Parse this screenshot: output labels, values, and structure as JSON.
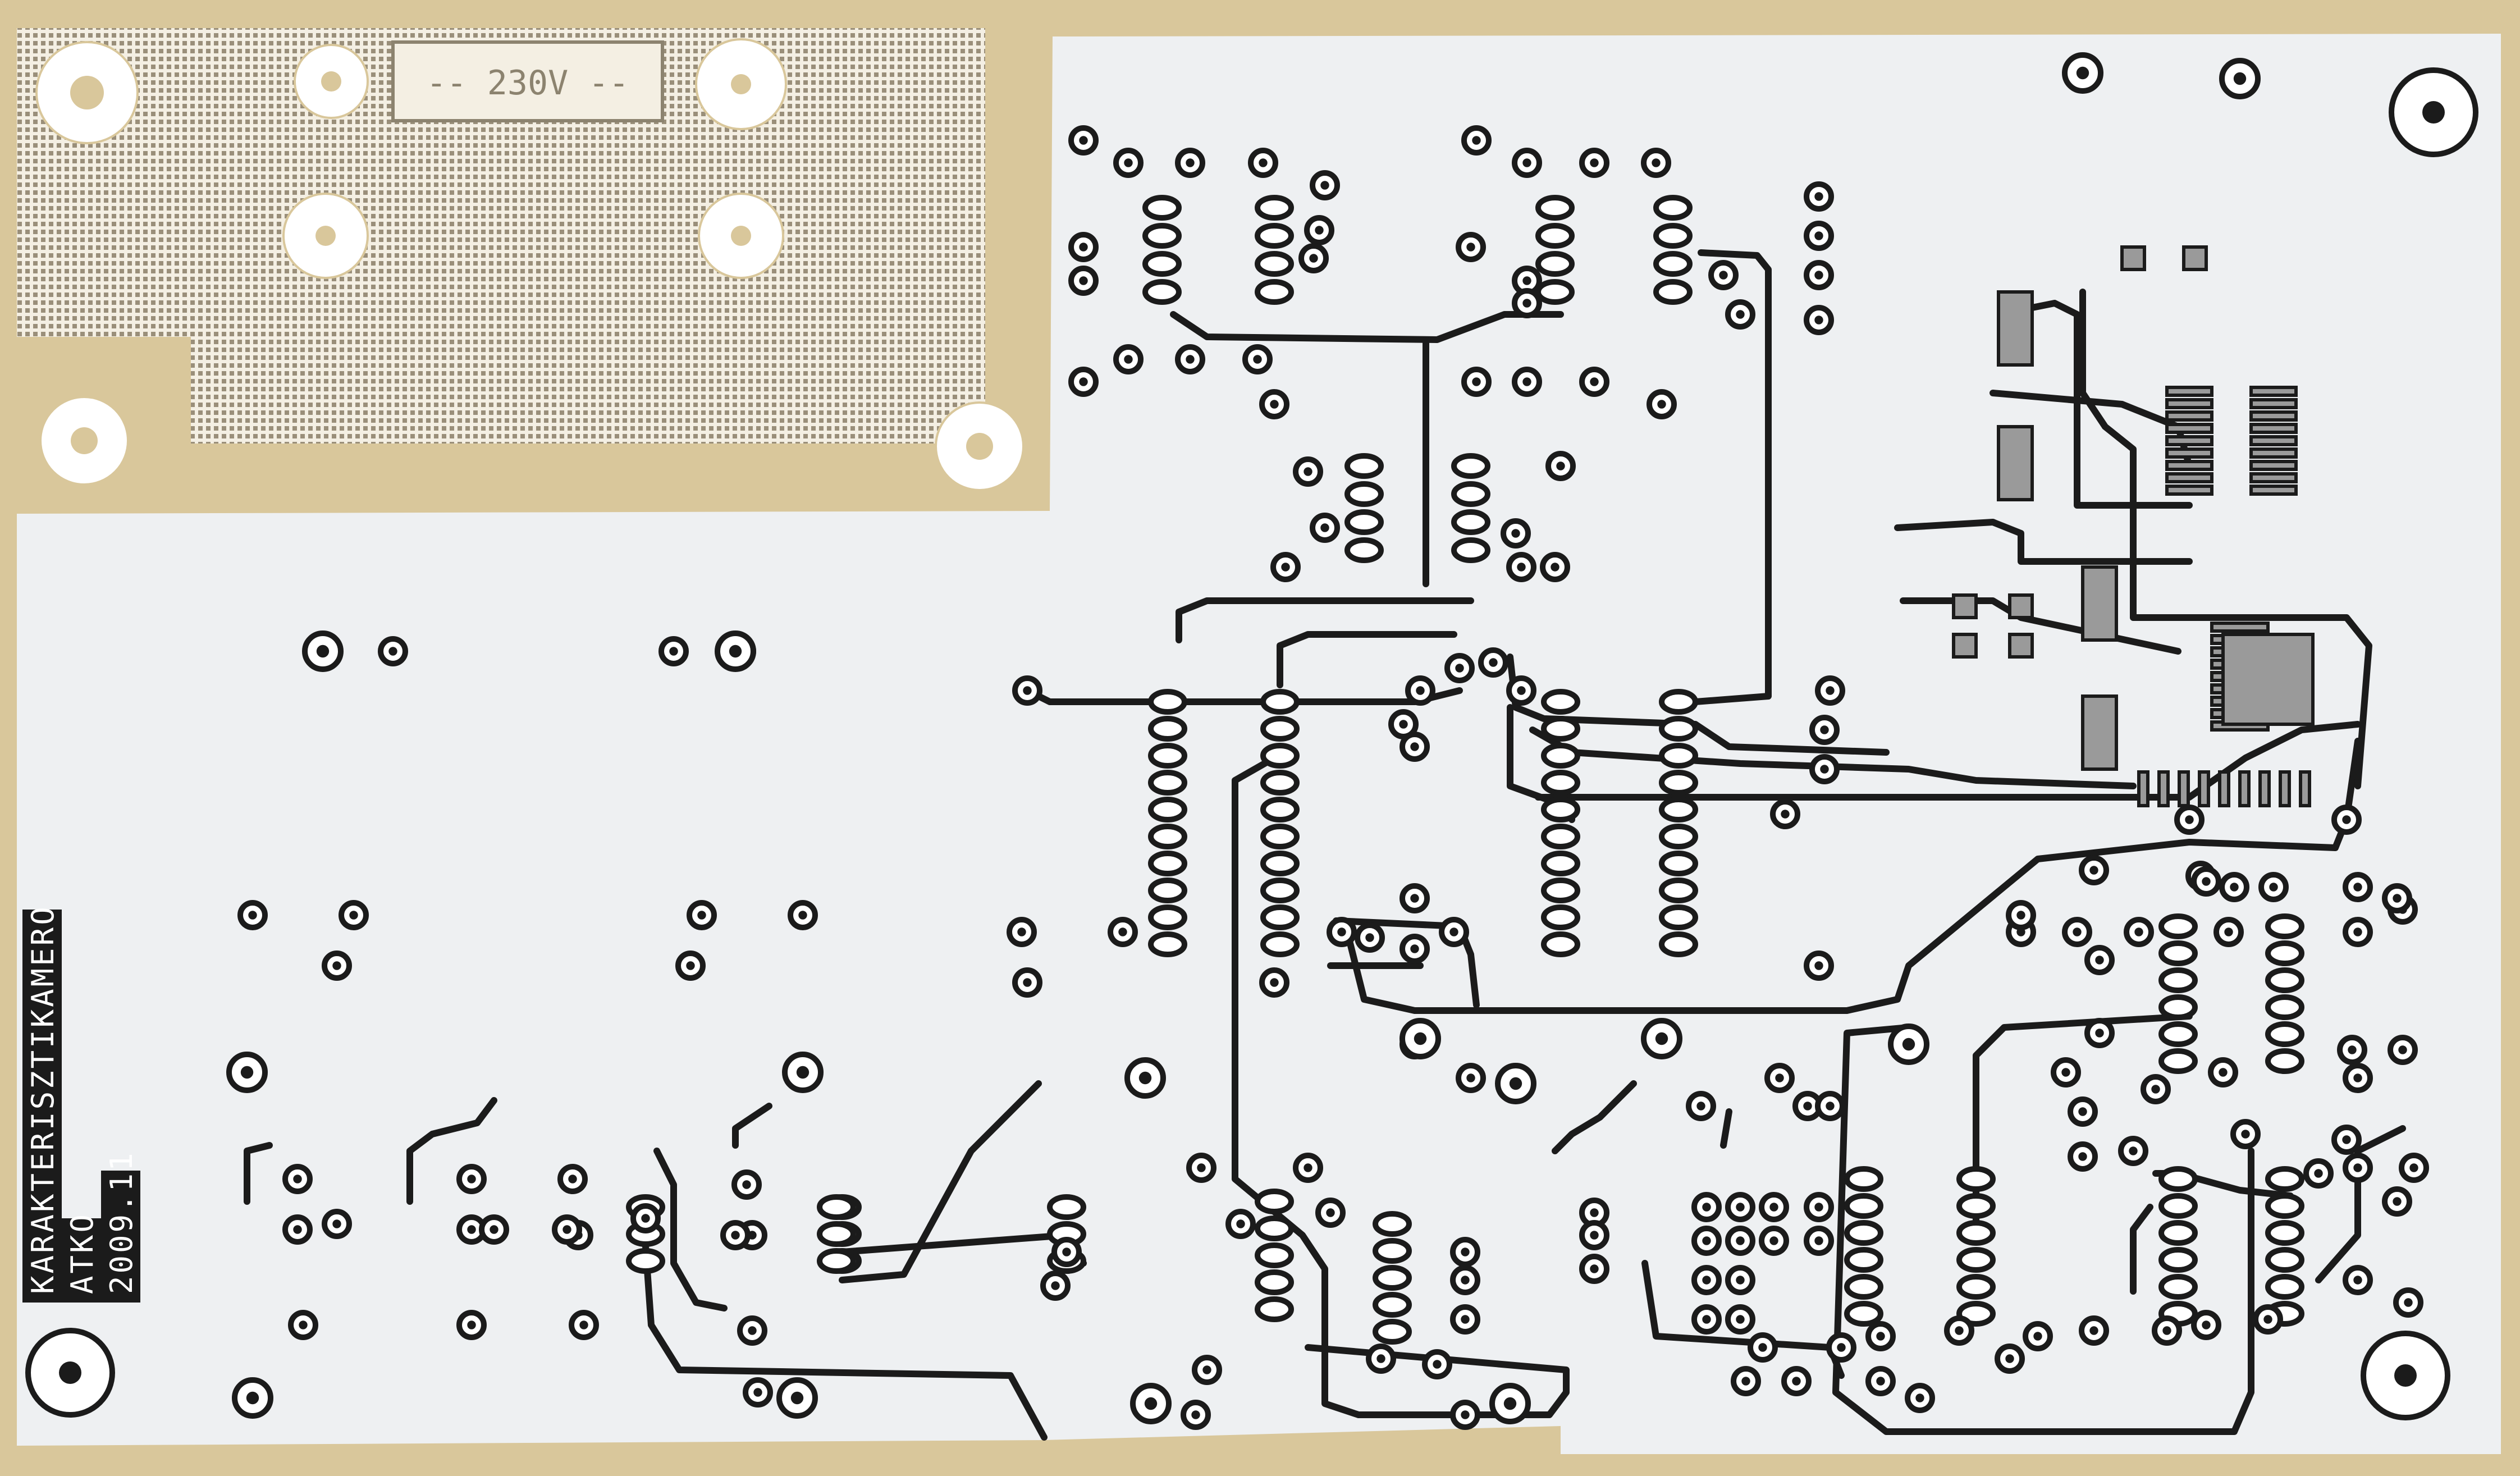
{
  "mains_label": "-- 230V --",
  "vertical_labels": {
    "title": "KARAKTERISZTIKAMERO",
    "author": "ATKO",
    "date": "2009.11"
  },
  "colors": {
    "substrate": "#d9c79b",
    "copper_board": "#eef0f2",
    "trace": "#1b1b1b",
    "mesh": "#f3eee4"
  }
}
